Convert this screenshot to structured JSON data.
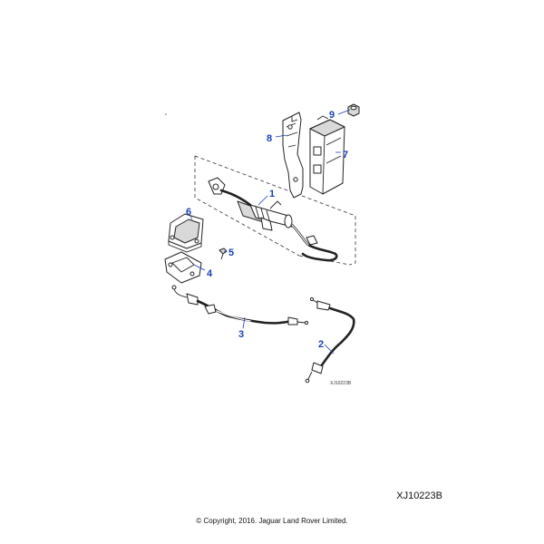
{
  "diagram": {
    "callouts": [
      "1",
      "2",
      "3",
      "4",
      "5",
      "6",
      "7",
      "8",
      "9"
    ],
    "inner_code": "XJ10223B"
  },
  "footer": {
    "reference_code": "XJ10223B",
    "copyright": "© Copyright, 2016. Jaguar Land Rover Limited."
  }
}
